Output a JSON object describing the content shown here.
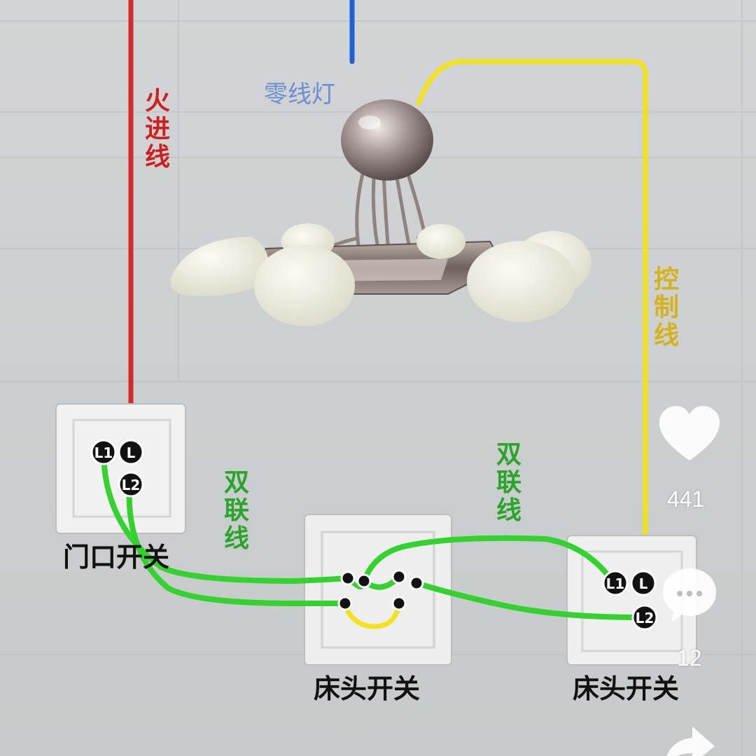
{
  "labels": {
    "live_in": "火进线",
    "neutral_lamp": "零线灯",
    "control": "控制线",
    "twin_left": "双联线",
    "twin_right": "双联线",
    "door_switch": "门口开关",
    "bedside_center": "床头开关",
    "bedside_right": "床头开关"
  },
  "terminals": {
    "l1": "L1",
    "l": "L",
    "l2": "L2"
  },
  "colors": {
    "live": "#d42a2a",
    "neutral": "#1e5fd6",
    "control": "#f2e21e",
    "twin": "#33d22e",
    "live_text": "#cc1f1f",
    "neutral_text": "#6a8fd0",
    "control_text": "#d4b21a",
    "twin_text": "#2aa52a"
  },
  "social": {
    "likes_icon": "heart-icon",
    "likes": "441",
    "comments_icon": "comment-icon",
    "comments": "12",
    "share_icon": "share-icon"
  }
}
